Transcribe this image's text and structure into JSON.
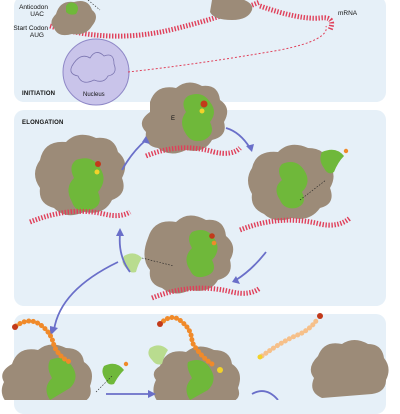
{
  "labels": {
    "anticodon": "Anticodon",
    "anticodon_seq": "UAC",
    "start_codon": "Start Codon",
    "start_codon_seq": "AUG",
    "mrna": "mRNA",
    "nucleus": "Nucleus",
    "initiation": "INITIATION",
    "elongation": "ELONGATION",
    "e_site": "E"
  },
  "colors": {
    "panel": "#e6f0f8",
    "ribosome": "#9c8b78",
    "ribosome_shadow": "#7a6b5a",
    "trna": "#6fb83a",
    "trna_light": "#b9dc8f",
    "mrna": "#e0405a",
    "arrow": "#6a6fc9",
    "nucleus": "#c9c4ea",
    "peptide": "#f08a2a",
    "peptide_light": "#f6c08a",
    "peptide_end": "#c23a1a",
    "amino_tip": "#f2d22a"
  }
}
